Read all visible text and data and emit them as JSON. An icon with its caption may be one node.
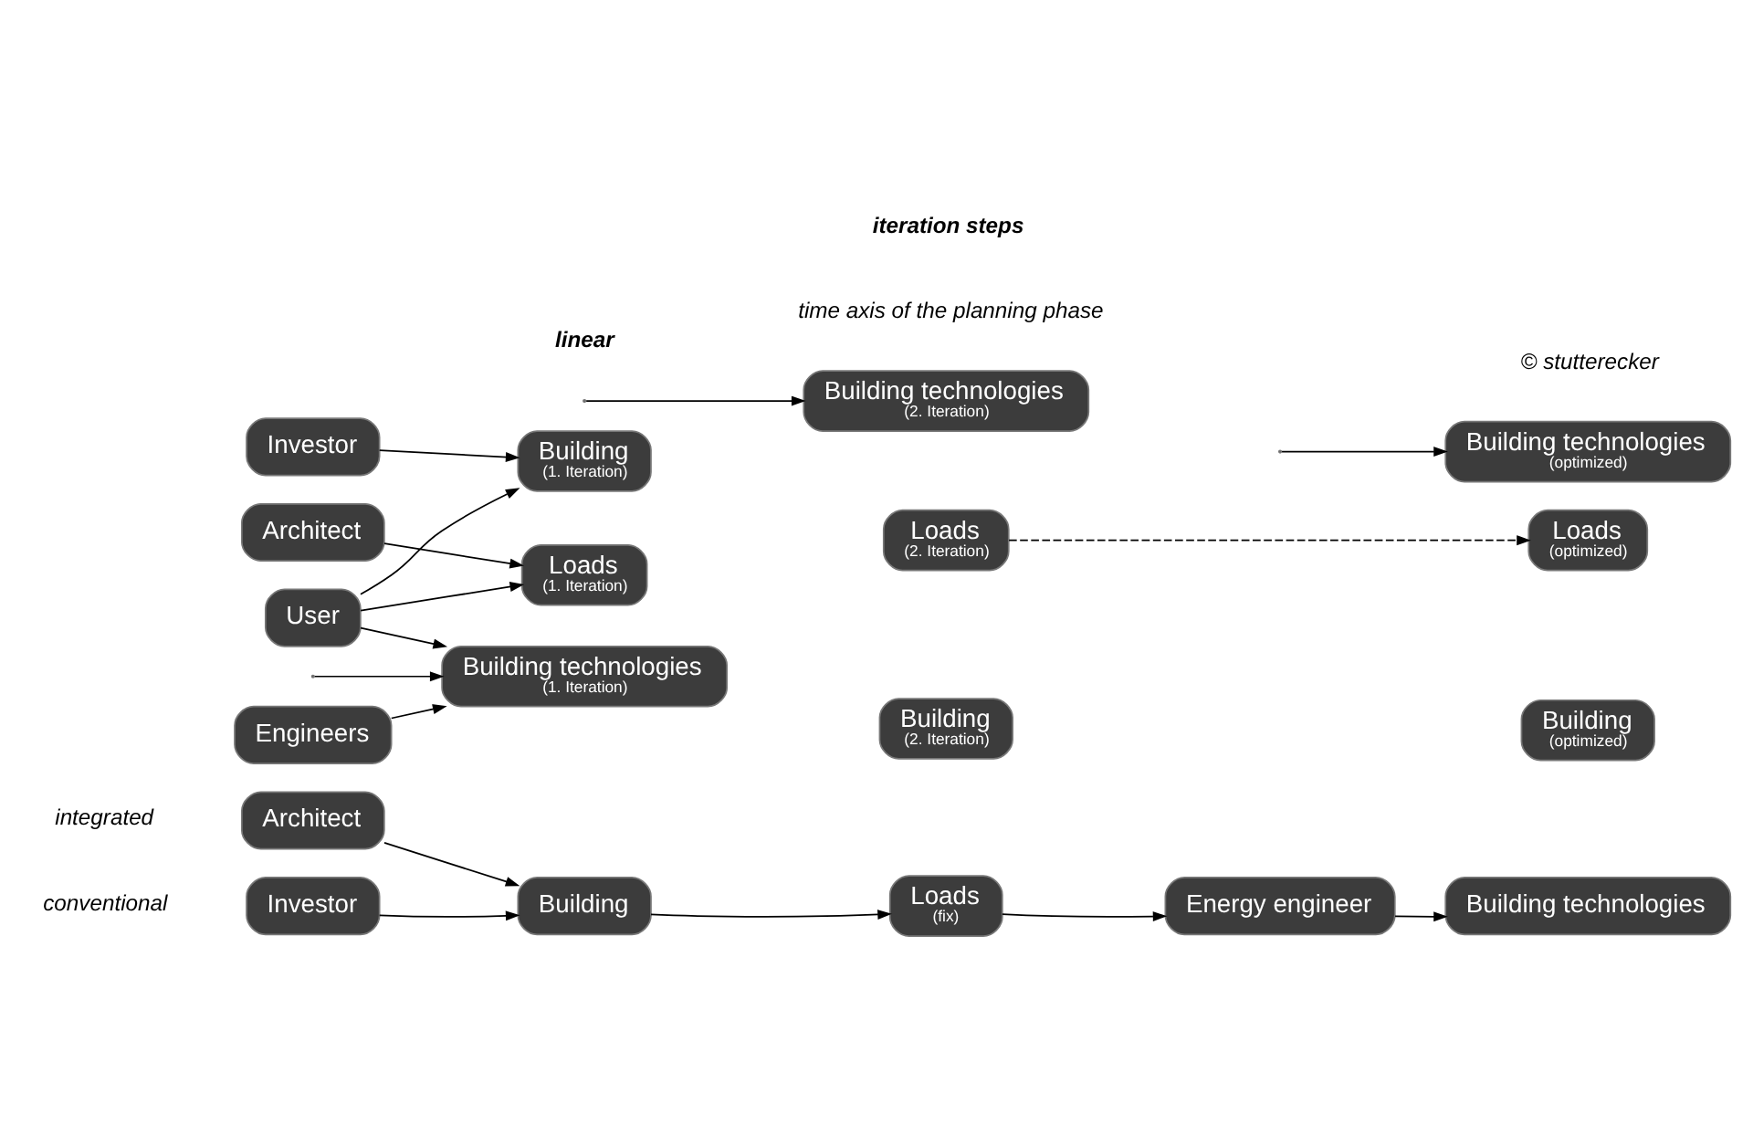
{
  "diagram": {
    "nodes": [
      {
        "text": [
          "Investor"
        ]
      },
      {
        "text": [
          "Architect"
        ]
      },
      {
        "text": [
          "Building"
        ]
      },
      {
        "text": [
          "Loads",
          "(fix)"
        ]
      },
      {
        "text": [
          "Energy engineer"
        ]
      },
      {
        "text": [
          "Building technologies"
        ]
      },
      {
        "text": [
          "Investor"
        ]
      },
      {
        "text": [
          "Architect"
        ]
      },
      {
        "text": [
          "Engineers"
        ]
      },
      {
        "text": [
          "User"
        ]
      },
      {
        "text": [
          "Building",
          "(1. Iteration)"
        ]
      },
      {
        "text": [
          "Building",
          "(2. Iteration)"
        ]
      },
      {
        "text": [
          "Building",
          "(optimized)"
        ]
      },
      {
        "text": [
          "Loads",
          "(1. Iteration)"
        ]
      },
      {
        "text": [
          "Loads",
          "(2. Iteration)"
        ]
      },
      {
        "text": [
          "Loads",
          "(optimized)"
        ]
      },
      {
        "text": [
          "Building technologies",
          "(1. Iteration)"
        ]
      },
      {
        "text": [
          "Building technologies",
          "(2. Iteration)"
        ]
      },
      {
        "text": [
          "Building technologies",
          "(optimized)"
        ]
      }
    ],
    "edges": [
      {
        "from": 0,
        "to": 2,
        "arrow": "to"
      },
      {
        "from": 1,
        "to": 2,
        "arrow": "to"
      },
      {
        "from": 2,
        "to": 3,
        "arrow": "to"
      },
      {
        "from": 3,
        "to": 4,
        "arrow": "to"
      },
      {
        "from": 4,
        "to": 5,
        "arrow": "to"
      },
      {
        "from": 6,
        "to": 10,
        "arrow": "to"
      },
      {
        "from": 7,
        "to": 13,
        "arrow": "to"
      },
      {
        "from": 8,
        "to": 16,
        "arrow": "to"
      },
      {
        "from": 9,
        "to": 10,
        "arrow": "to"
      },
      {
        "from": 9,
        "to": 13,
        "arrow": "to"
      },
      {
        "from": 9,
        "to": 16,
        "arrow": "to"
      },
      {
        "from": 14,
        "to": 15,
        "arrow": "to",
        "style": "dashed"
      },
      {
        "from": null,
        "to": 16,
        "arrow": "to"
      },
      {
        "from": null,
        "to": 17,
        "arrow": "to"
      },
      {
        "from": null,
        "to": 18,
        "arrow": "to"
      }
    ],
    "labels": [
      "conventional",
      "linear",
      "time axis of the planning phase",
      "integrated",
      "iteration steps",
      "© stutterecker"
    ]
  }
}
